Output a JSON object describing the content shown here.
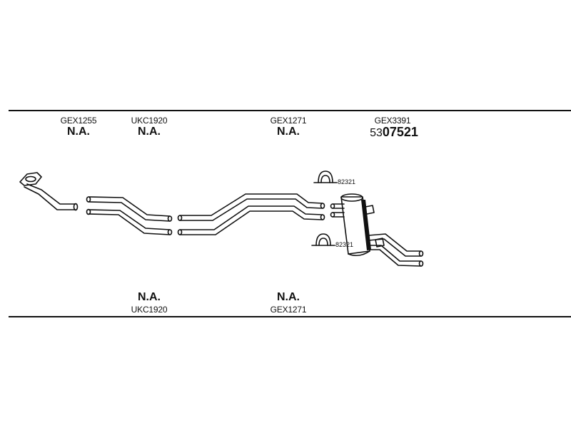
{
  "top_labels": [
    {
      "code": "GEX1255",
      "status": "N.A."
    },
    {
      "code": "UKC1920",
      "status": "N.A."
    },
    {
      "code": "GEX1271",
      "status": "N.A."
    },
    {
      "code": "GEX3391",
      "part_prefix": "53",
      "part_main": "07521"
    }
  ],
  "bottom_labels": [
    {
      "code": "UKC1920",
      "status": "N.A."
    },
    {
      "code": "GEX1271",
      "status": "N.A."
    }
  ],
  "clamps": [
    {
      "label": "82321"
    },
    {
      "label": "82321"
    }
  ]
}
